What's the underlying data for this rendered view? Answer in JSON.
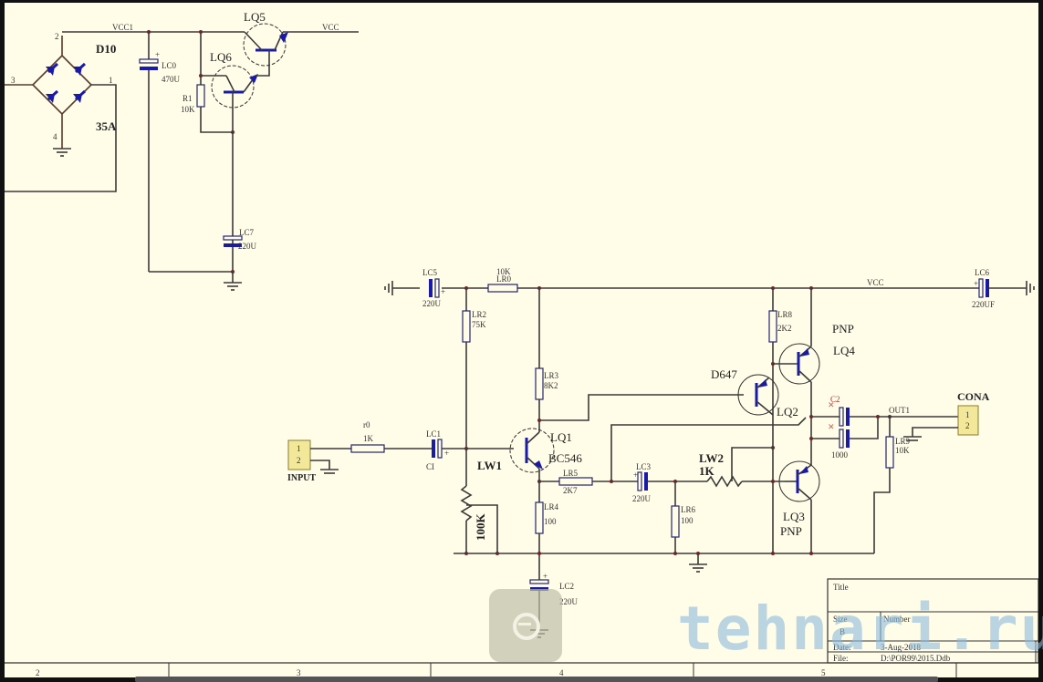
{
  "schematic": {
    "rectifier": {
      "ref": "D10",
      "rating": "35A",
      "pins": [
        "2",
        "3",
        "1",
        "4"
      ]
    },
    "nets": {
      "vcc1": "VCC1",
      "vcc": "VCC",
      "out1": "OUT1"
    },
    "transistors": [
      {
        "ref": "LQ5"
      },
      {
        "ref": "LQ6"
      },
      {
        "ref": "LQ1",
        "part": "BC546"
      },
      {
        "ref": "LQ2",
        "part": "D647"
      },
      {
        "ref": "LQ4",
        "type": "PNP"
      },
      {
        "ref": "LQ3",
        "type": "PNP"
      }
    ],
    "capacitors": [
      {
        "ref": "LC0",
        "value": "470U"
      },
      {
        "ref": "LC7",
        "value": "220U"
      },
      {
        "ref": "LC5",
        "value": "220U"
      },
      {
        "ref": "LC6",
        "value": "220UF"
      },
      {
        "ref": "LC1",
        "value": "CI"
      },
      {
        "ref": "LC3",
        "value": "220U"
      },
      {
        "ref": "LC2",
        "value": "220U"
      },
      {
        "ref": "C2",
        "value": "1000"
      }
    ],
    "resistors": [
      {
        "ref": "R1",
        "value": "10K"
      },
      {
        "ref": "LR0",
        "value": "10K"
      },
      {
        "ref": "LR2",
        "value": "75K"
      },
      {
        "ref": "LR3",
        "value": "8K2"
      },
      {
        "ref": "LR8",
        "value": "2K2"
      },
      {
        "ref": "r0",
        "value": "1K"
      },
      {
        "ref": "LR5",
        "value": "2K7"
      },
      {
        "ref": "LR4",
        "value": "100"
      },
      {
        "ref": "LR6",
        "value": "100"
      },
      {
        "ref": "LR9",
        "value": "10K"
      }
    ],
    "pots": [
      {
        "ref": "LW1",
        "value": "100K"
      },
      {
        "ref": "LW2",
        "value": "1K"
      }
    ],
    "connectors": [
      {
        "ref": "INPUT",
        "pins": [
          "1",
          "2"
        ]
      },
      {
        "ref": "CONA",
        "pins": [
          "1",
          "2"
        ]
      }
    ]
  },
  "title_block": {
    "title_label": "Title",
    "size_label": "Size",
    "size_value": "B",
    "number_label": "Number",
    "date_label": "Date:",
    "date_value": "3-Aug-2018",
    "file_label": "File:",
    "file_value": "D:\\POR99\\2015.Ddb"
  },
  "border_zones": [
    "2",
    "3",
    "4",
    "5"
  ],
  "watermark": "tehnari.ru",
  "colors": {
    "sheet": "#fffde8",
    "component_blue": "#1a1aa8",
    "wire": "#3a3a3a",
    "connector": "#f3e79a"
  }
}
